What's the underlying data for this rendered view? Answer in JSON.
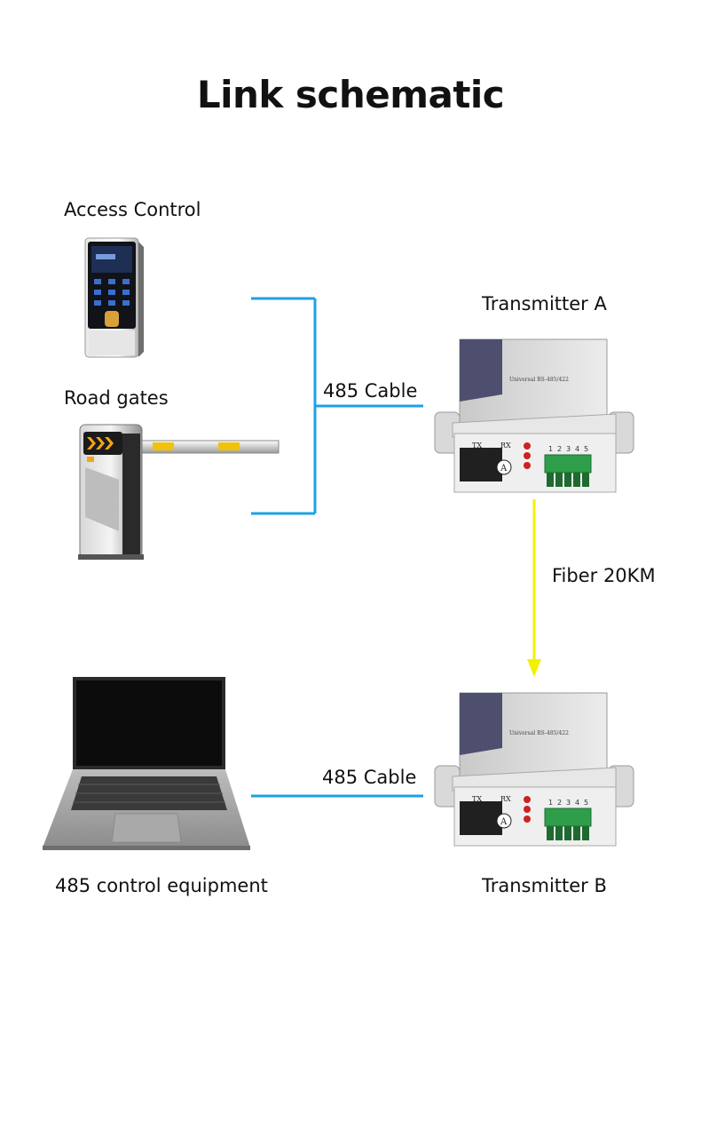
{
  "title": "Link schematic",
  "devices": {
    "access_control": "Access Control",
    "road_gates": "Road gates",
    "transmitter_a": "Transmitter A",
    "transmitter_b": "Transmitter B",
    "control_equipment": "485 control equipment"
  },
  "links": {
    "cable_top": "485 Cable",
    "cable_bottom": "485 Cable",
    "fiber": "Fiber 20KM"
  },
  "transmitter_panel": {
    "model_text": "Universal RS-485/422",
    "tx": "TX",
    "rx": "RX",
    "port_mark": "A",
    "pins": [
      "1",
      "2",
      "3",
      "4",
      "5"
    ]
  },
  "colors": {
    "cable": "#1ea0e6",
    "fiber": "#f2f200"
  }
}
